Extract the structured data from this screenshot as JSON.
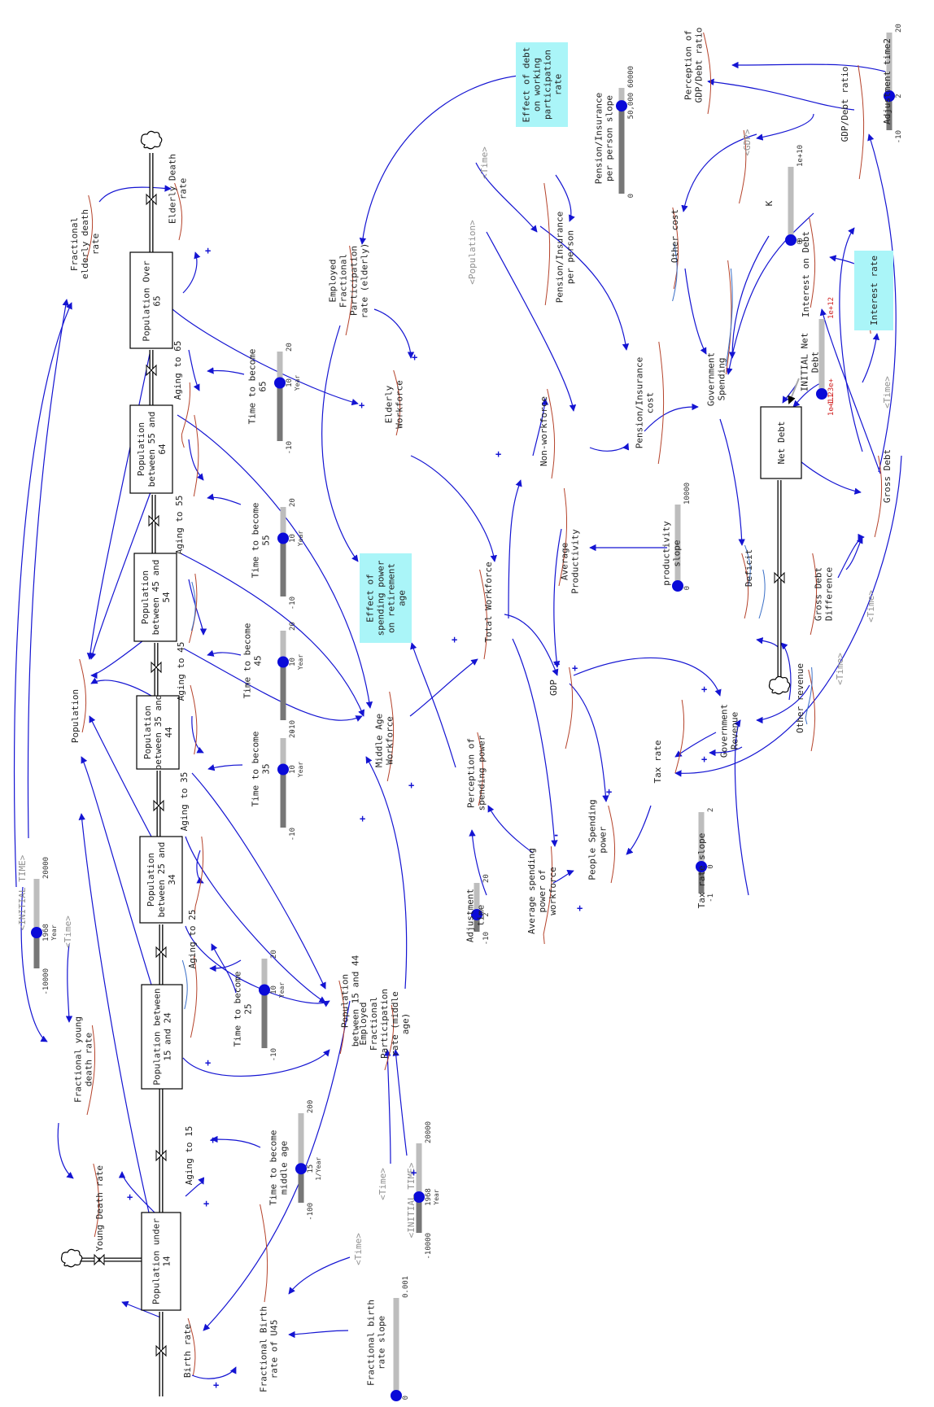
{
  "nodes": {
    "stock_u14": [
      "Population under",
      "14"
    ],
    "stock_15_24": [
      "Population between",
      "15 and 24"
    ],
    "stock_25_34": [
      "Population",
      "between 25 and",
      "34"
    ],
    "stock_35_44": [
      "Population",
      "between 35 and",
      "44"
    ],
    "stock_45_54": [
      "Population",
      "between 45 and",
      "54"
    ],
    "stock_55_64": [
      "Population",
      "between 55 and",
      "64"
    ],
    "stock_over65": [
      "Population Over",
      "65"
    ],
    "net_debt": [
      "Net Debt"
    ],
    "birth_rate": [
      "Birth rate"
    ],
    "young_death_rate": [
      "Young Death rate"
    ],
    "aging_15": [
      "Aging to 15"
    ],
    "aging_25": [
      "Aging to 25"
    ],
    "aging_35": [
      "Aging to 35"
    ],
    "aging_45": [
      "Aging to 45"
    ],
    "aging_55": [
      "Aging to 55"
    ],
    "aging_65": [
      "Aging to 65"
    ],
    "elderly_death_rate": [
      "Elderly Death",
      "rate"
    ],
    "fractional_elderly_death_rate": [
      "Fractional",
      "elderly death",
      "rate"
    ],
    "fractional_young_death_rate": [
      "Fractional young",
      "death rate"
    ],
    "fractional_birth_rate": [
      "Fractional Birth",
      "rate of U45"
    ],
    "fractional_birth_rate_slope": [
      "Fractional birth",
      "rate slope"
    ],
    "population": [
      "Population"
    ],
    "time_become_middle_age": [
      "Time to become",
      "middle age"
    ],
    "time_become_25": [
      "Time to become",
      "25"
    ],
    "time_become_35": [
      "Time to become",
      "35"
    ],
    "time_become_45": [
      "Time to become",
      "45"
    ],
    "time_become_55": [
      "Time to become",
      "55"
    ],
    "time_become_65": [
      "Time to become",
      "65"
    ],
    "pop_15_44": [
      "Population",
      "between 15 and 44"
    ],
    "employed_middle": [
      "Employed",
      "Fractional",
      "Participation",
      "rate (middle",
      "age)"
    ],
    "employed_elderly": [
      "Employed",
      "Fractional",
      "Participation",
      "rate (elderly)"
    ],
    "middle_age_workforce": [
      "Middle Age",
      "Workforce"
    ],
    "elderly_workforce": [
      "Elderly",
      "Workforce"
    ],
    "effect_spending": [
      "Effect of",
      "spending power",
      "on retirement",
      "age"
    ],
    "effect_debt": [
      "Effect of debt",
      "on working",
      "participation",
      "rate"
    ],
    "perception_spending": [
      "Perception of",
      "spending power"
    ],
    "adjustment_time": [
      "Adjustment",
      "time"
    ],
    "avg_spending": [
      "Average spending",
      "power of",
      "workforce"
    ],
    "total_workforce": [
      "Total Workforce"
    ],
    "non_workforce": [
      "Non-workforce"
    ],
    "gdp": [
      "GDP"
    ],
    "avg_productivity": [
      "Average",
      "Productivity"
    ],
    "productivity_slope": [
      "productivity",
      "slope"
    ],
    "people_spending": [
      "People Spending",
      "power"
    ],
    "tax_rate": [
      "Tax rate"
    ],
    "tax_rate_slope": [
      "Tax rate slope"
    ],
    "gov_revenue": [
      "Government",
      "Revenue"
    ],
    "other_revenue": [
      "Other revenue"
    ],
    "deficit": [
      "Deficit"
    ],
    "gov_spending": [
      "Government",
      "Spending"
    ],
    "pension_cost": [
      "Pension/Insurance",
      "cost"
    ],
    "pension_per_person": [
      "Pension/Insurance",
      "per person"
    ],
    "pension_slope": [
      "Pension/Insurance",
      "per person slope"
    ],
    "other_cost": [
      "Other cost"
    ],
    "k": [
      "K"
    ],
    "interest_on_debt": [
      "Interest on Debt"
    ],
    "interest_rate": [
      "Interest rate"
    ],
    "initial_net_debt": [
      "INITIAL Net",
      "Debt"
    ],
    "gross_debt": [
      "Gross Debt"
    ],
    "gross_debt_diff": [
      "Gross Debt",
      "Difference"
    ],
    "gdp_debt_ratio": [
      "GDP/Debt ratio"
    ],
    "perception_gdp_debt": [
      "Perception of",
      "GDP/Debt ratio"
    ],
    "adjustment_time2": [
      "Adjustment time2"
    ],
    "shadow_population": [
      "<Population>"
    ],
    "shadow_gdp": [
      "<GDP>"
    ],
    "shadow_time": "<Time>",
    "shadow_initial_time": "<INITIAL TIME>"
  },
  "sliders": {
    "initial_time_left": {
      "min": "-10000",
      "max": "20000",
      "value": "1968",
      "unit": "Year"
    },
    "initial_time_mid": {
      "min": "-10000",
      "max": "20000",
      "value": "1968",
      "unit": "Year"
    },
    "birth_slope": {
      "min": "0",
      "max": "0.001",
      "value": "",
      "unit": ""
    },
    "middle_age": {
      "min": "-100",
      "max": "200",
      "value": "15",
      "unit": "1/Year"
    },
    "t25": {
      "min": "-10",
      "max": "20",
      "value": "10",
      "unit": "Year"
    },
    "t35": {
      "min": "-10",
      "max": "20",
      "value": "10",
      "unit": "Year"
    },
    "t45": {
      "min": "-10",
      "max": "20",
      "value": "10",
      "unit": "Year"
    },
    "t55": {
      "min": "-10",
      "max": "20",
      "value": "10",
      "unit": "Year"
    },
    "t65": {
      "min": "-10",
      "max": "20",
      "value": "10",
      "unit": "Year"
    },
    "adjust": {
      "min": "-10",
      "max": "20",
      "value": "2",
      "unit": ""
    },
    "tax": {
      "min": "-1",
      "max": "2",
      "value": "0",
      "unit": ""
    },
    "productivity": {
      "min": "0",
      "max": "10000",
      "value": "",
      "unit": ""
    },
    "pension": {
      "min": "0",
      "max": "60000",
      "value": "50,000",
      "unit": ""
    },
    "k": {
      "min": "0",
      "max": "1e+10",
      "value": "0",
      "unit": ""
    },
    "initial_debt": {
      "min": "1e+11",
      "max": "1e+12",
      "value": "-1.23e+",
      "unit": ""
    },
    "adjust2": {
      "min": "-10",
      "max": "20",
      "value": "2",
      "unit": ""
    }
  },
  "polarity": {
    "plus": "+",
    "minus": "-"
  },
  "colors": {
    "link": "#1414d2",
    "highlight": "#aaf5f8",
    "stock_border": "#000000",
    "trend_red": "#b5432b",
    "trend_blue": "#3a6fc7",
    "shadow_text": "#909090",
    "knob": "#0a0ad8",
    "slider_track_light": "#bdbdbd",
    "slider_track_dark": "#777777",
    "warning_text": "#d02020"
  }
}
